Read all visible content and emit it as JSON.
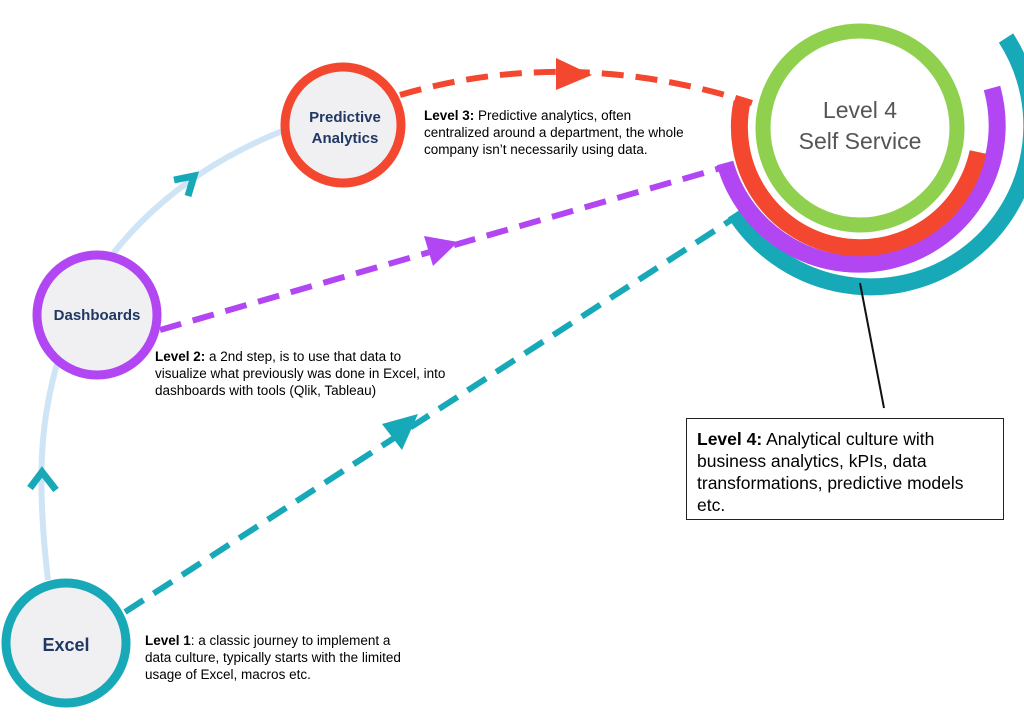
{
  "colors": {
    "excel": "#17a9b8",
    "dashboards": "#b146f2",
    "predictive": "#f4472f",
    "self_service": "#8fd14f",
    "journey_arc": "#cfe4f5",
    "node_fill": "#f0f0f2"
  },
  "nodes": {
    "excel": "Excel",
    "dashboards": "Dashboards",
    "predictive_line1": "Predictive",
    "predictive_line2": "Analytics",
    "center_line1": "Level 4",
    "center_line2": "Self Service"
  },
  "levels": {
    "l1_title": "Level 1",
    "l1_text": ": a classic journey to implement a data culture, typically starts with the limited usage of Excel, macros etc.",
    "l2_title": "Level 2:",
    "l2_text": " a 2nd step, is to use that data to visualize what previously was done in Excel, into dashboards with tools (Qlik, Tableau)",
    "l3_title": "Level 3:",
    "l3_text": " Predictive analytics, often centralized around a department, the whole company isn’t necessarily using data.",
    "l4_title": "Level 4:",
    "l4_text": " Analytical culture with business analytics, kPIs, data transformations, predictive models etc."
  }
}
